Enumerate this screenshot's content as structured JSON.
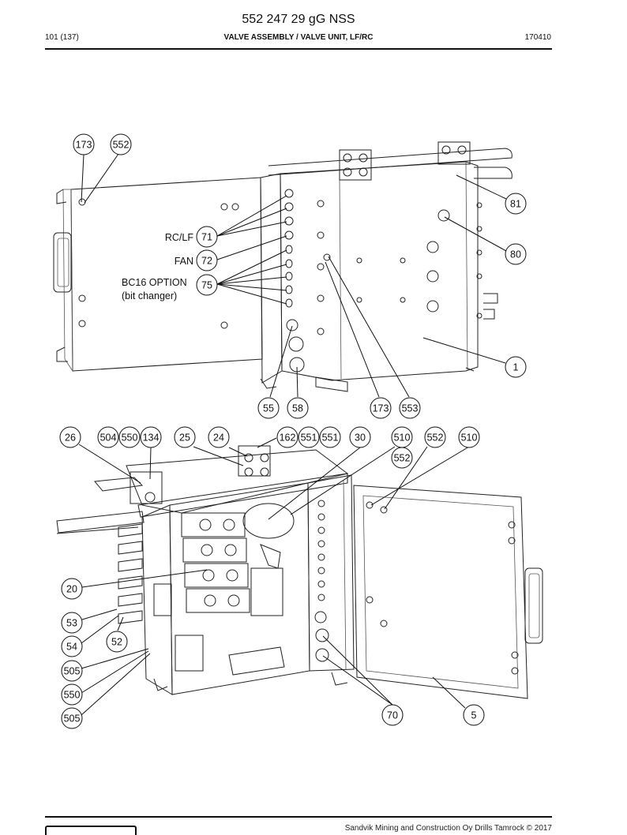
{
  "header": {
    "document_number": "552 247 29 gG NSS",
    "page": "101 (137)",
    "title": "VALVE ASSEMBLY / VALVE UNIT, LF/RC",
    "date_code": "170410"
  },
  "labels": {
    "rc_lf": "RC/LF",
    "fan": "FAN",
    "bc16_option": "BC16 OPTION",
    "bit_changer": "(bit changer)"
  },
  "callouts": {
    "c173a": "173",
    "c552a": "552",
    "c81": "81",
    "c80": "80",
    "c71": "71",
    "c72": "72",
    "c75": "75",
    "c1": "1",
    "c55": "55",
    "c58": "58",
    "c173b": "173",
    "c553": "553",
    "c26": "26",
    "c504": "504",
    "c550a": "550",
    "c134": "134",
    "c25": "25",
    "c24": "24",
    "c162": "162",
    "c551a": "551",
    "c551b": "551",
    "c30": "30",
    "c510a": "510",
    "c552b": "552",
    "c552c": "552",
    "c510b": "510",
    "c20": "20",
    "c53": "53",
    "c54": "54",
    "c52": "52",
    "c505a": "505",
    "c550b": "550",
    "c505b": "505",
    "c70": "70",
    "c5": "5"
  },
  "footer": {
    "copyright": "Sandvik Mining and Construction Oy Drills Tamrock © 2017"
  }
}
